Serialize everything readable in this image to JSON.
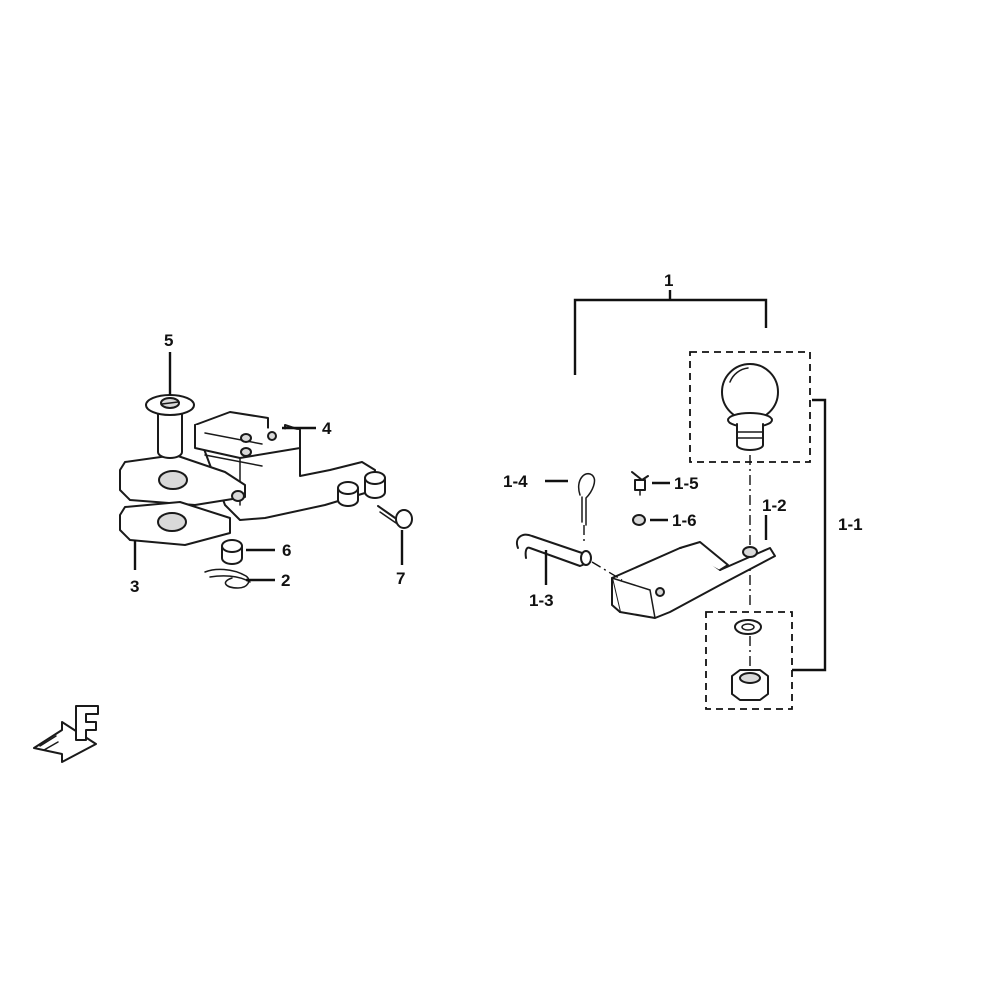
{
  "callouts": {
    "c1": "1",
    "c1_1": "1-1",
    "c1_2": "1-2",
    "c1_3": "1-3",
    "c1_4": "1-4",
    "c1_5": "1-5",
    "c1_6": "1-6",
    "c2": "2",
    "c3": "3",
    "c4": "4",
    "c5": "5",
    "c6": "6",
    "c7": "7"
  },
  "colors": {
    "line": "#1a1a1a",
    "background": "#ffffff"
  },
  "icons": {
    "direction": "front-arrow-icon"
  }
}
